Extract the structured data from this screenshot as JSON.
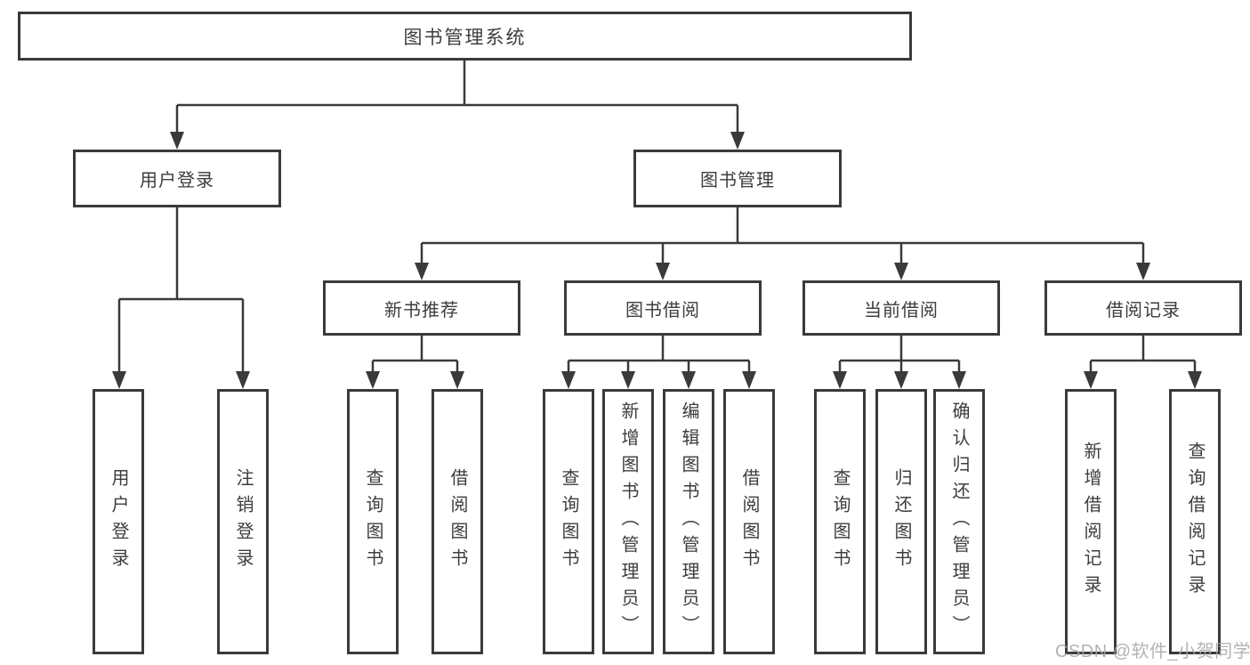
{
  "diagram": {
    "type": "tree",
    "title": "图书管理系统",
    "watermark": "CSDN @软件_小贺同学",
    "colors": {
      "background": "#ffffff",
      "line": "#3a3a3a",
      "box_border": "#3a3a3a",
      "text": "#3d3d3d",
      "watermark": "#a6a6a6"
    },
    "nodes": {
      "root": {
        "label": "图书管理系统"
      },
      "level2": [
        {
          "label": "用户登录"
        },
        {
          "label": "图书管理"
        }
      ],
      "level3": [
        {
          "label": "新书推荐",
          "parent": "图书管理"
        },
        {
          "label": "图书借阅",
          "parent": "图书管理"
        },
        {
          "label": "当前借阅",
          "parent": "图书管理"
        },
        {
          "label": "借阅记录",
          "parent": "图书管理"
        }
      ],
      "leaves": [
        {
          "label": "用户登录",
          "parent": "用户登录"
        },
        {
          "label": "注销登录",
          "parent": "用户登录"
        },
        {
          "label": "查询图书",
          "parent": "新书推荐"
        },
        {
          "label": "借阅图书",
          "parent": "新书推荐"
        },
        {
          "label": "查询图书",
          "parent": "图书借阅"
        },
        {
          "label": "新增图书（管理员）",
          "parent": "图书借阅"
        },
        {
          "label": "编辑图书（管理员）",
          "parent": "图书借阅"
        },
        {
          "label": "借阅图书",
          "parent": "图书借阅"
        },
        {
          "label": "查询图书",
          "parent": "当前借阅"
        },
        {
          "label": "归还图书",
          "parent": "当前借阅"
        },
        {
          "label": "确认归还（管理员）",
          "parent": "当前借阅"
        },
        {
          "label": "新增借阅记录",
          "parent": "借阅记录"
        },
        {
          "label": "查询借阅记录",
          "parent": "借阅记录"
        }
      ]
    }
  }
}
